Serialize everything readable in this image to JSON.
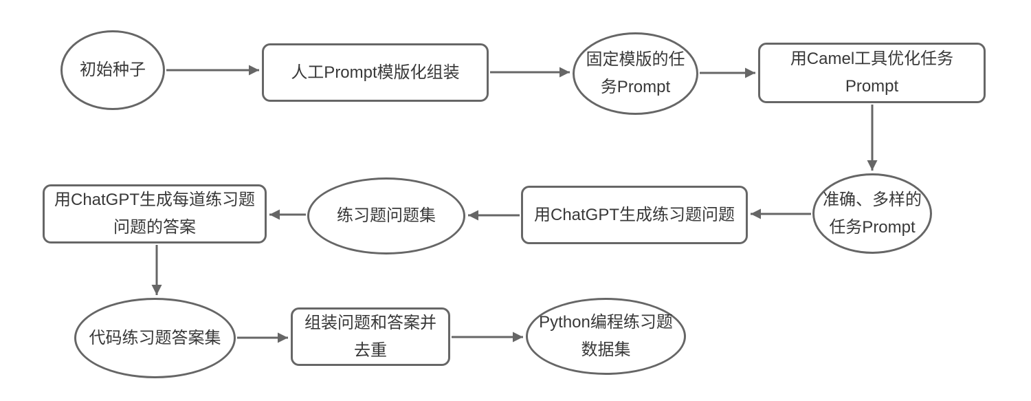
{
  "diagram": {
    "background_color": "#ffffff",
    "stroke_color": "#666666",
    "text_color": "#383838",
    "nodes": {
      "initial_seed": {
        "label": "初始种子",
        "shape": "ellipse"
      },
      "manual_prompt_assembly": {
        "label": "人工Prompt模版化组装",
        "shape": "rounded-rect"
      },
      "fixed_template_prompt": {
        "label": "固定模版的任\n务Prompt",
        "shape": "ellipse"
      },
      "camel_optimize": {
        "label": "用Camel工具优化任务\nPrompt",
        "shape": "rounded-rect"
      },
      "accurate_diverse_prompt": {
        "label": "准确、多样的\n任务Prompt",
        "shape": "ellipse"
      },
      "generate_questions": {
        "label": "用ChatGPT生成练习题问题",
        "shape": "rounded-rect"
      },
      "question_set": {
        "label": "练习题问题集",
        "shape": "ellipse"
      },
      "generate_answers": {
        "label": "用ChatGPT生成每道练习题\n问题的答案",
        "shape": "rounded-rect"
      },
      "answer_set": {
        "label": "代码练习题答案集",
        "shape": "ellipse"
      },
      "assemble_dedupe": {
        "label": "组装问题和答案并\n去重",
        "shape": "rounded-rect"
      },
      "python_dataset": {
        "label": "Python编程练习题\n数据集",
        "shape": "ellipse"
      }
    },
    "edges": [
      {
        "from": "initial_seed",
        "to": "manual_prompt_assembly"
      },
      {
        "from": "manual_prompt_assembly",
        "to": "fixed_template_prompt"
      },
      {
        "from": "fixed_template_prompt",
        "to": "camel_optimize"
      },
      {
        "from": "camel_optimize",
        "to": "accurate_diverse_prompt"
      },
      {
        "from": "accurate_diverse_prompt",
        "to": "generate_questions"
      },
      {
        "from": "generate_questions",
        "to": "question_set"
      },
      {
        "from": "question_set",
        "to": "generate_answers"
      },
      {
        "from": "generate_answers",
        "to": "answer_set"
      },
      {
        "from": "answer_set",
        "to": "assemble_dedupe"
      },
      {
        "from": "assemble_dedupe",
        "to": "python_dataset"
      }
    ]
  }
}
